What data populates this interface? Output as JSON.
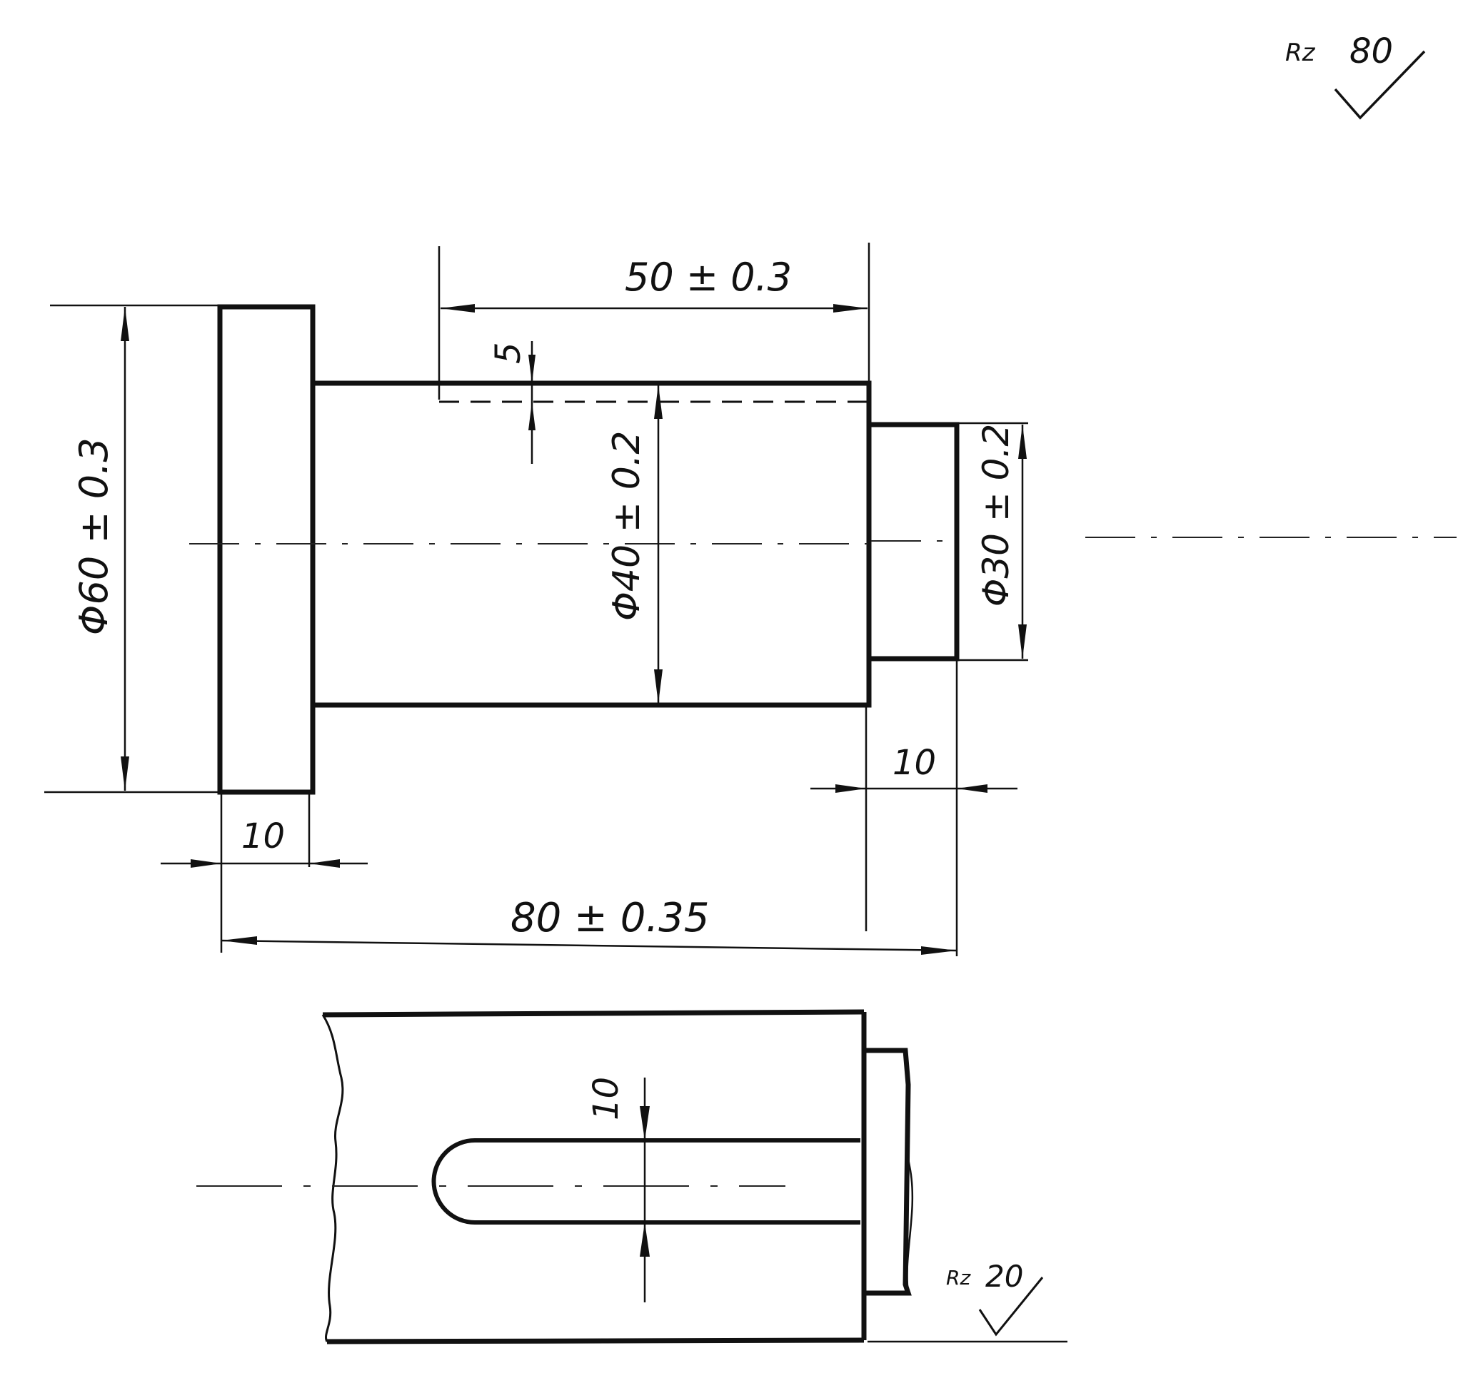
{
  "roughness_top": {
    "symbol": "Rz",
    "value": "80"
  },
  "roughness_bottom": {
    "symbol": "Rz",
    "value": "20"
  },
  "dimensions": {
    "dim_50": "50 ± 0.3",
    "dim_5": "5",
    "dim_d60": "Φ60 ± 0.3",
    "dim_d40": "Φ40 ± 0.2",
    "dim_d30": "Φ30 ± 0.2",
    "dim_10_left": "10",
    "dim_10_right": "10",
    "dim_80": "80 ± 0.35",
    "dim_10_slot": "10"
  }
}
